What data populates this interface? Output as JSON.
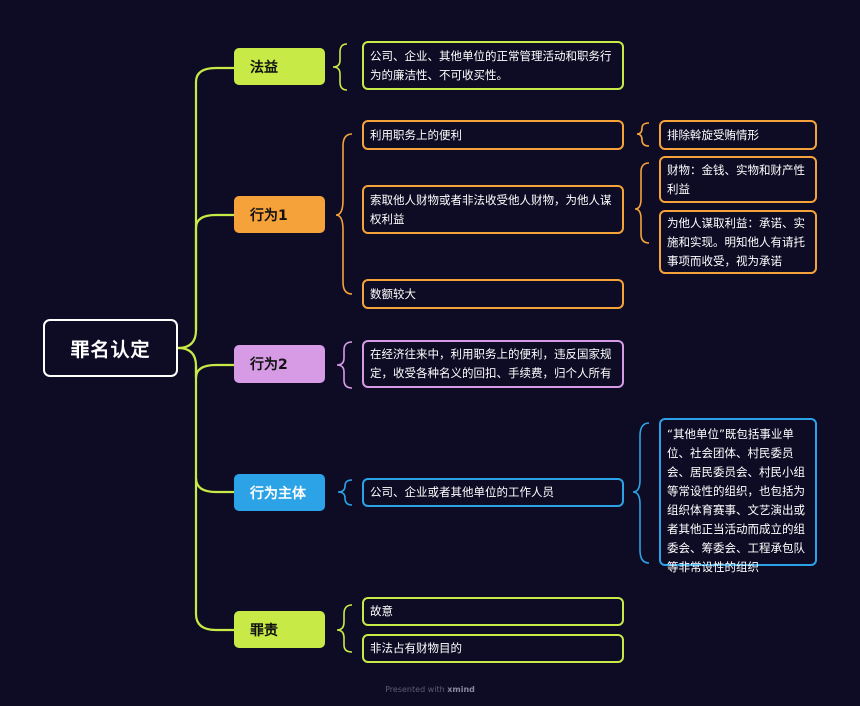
{
  "root": {
    "label": "罪名认定"
  },
  "colors": {
    "background": "#0e0b24",
    "green": "#c7ea46",
    "orange": "#f6a23a",
    "pink": "#d79be6",
    "blue": "#2ba3e6"
  },
  "branches": {
    "fayi": {
      "label": "法益",
      "children": [
        "公司、企业、其他单位的正常管理活动和职务行为的廉洁性、不可收买性。"
      ]
    },
    "xingwei1": {
      "label": "行为1",
      "children": [
        "利用职务上的便利",
        "索取他人财物或者非法收受他人财物，为他人谋权利益",
        "数额较大"
      ],
      "sub1": [
        "排除斡旋受贿情形"
      ],
      "sub2": [
        "财物：金钱、实物和财产性利益",
        "为他人谋取利益：承诺、实施和实现。明知他人有请托事项而收受，视为承诺"
      ]
    },
    "xingwei2": {
      "label": "行为2",
      "children": [
        "在经济往来中，利用职务上的便利，违反国家规定，收受各种名义的回扣、手续费，归个人所有"
      ]
    },
    "zhuti": {
      "label": "行为主体",
      "children": [
        "公司、企业或者其他单位的工作人员"
      ],
      "sub": [
        "“其他单位”既包括事业单位、社会团体、村民委员会、居民委员会、村民小组等常设性的组织，也包括为组织体育赛事、文艺演出或者其他正当活动而成立的组委会、筹委会、工程承包队等非常设性的组织"
      ]
    },
    "zuize": {
      "label": "罪责",
      "children": [
        "故意",
        "非法占有财物目的"
      ]
    }
  },
  "footer": {
    "prefix": "Presented with ",
    "brand": "xmind"
  }
}
